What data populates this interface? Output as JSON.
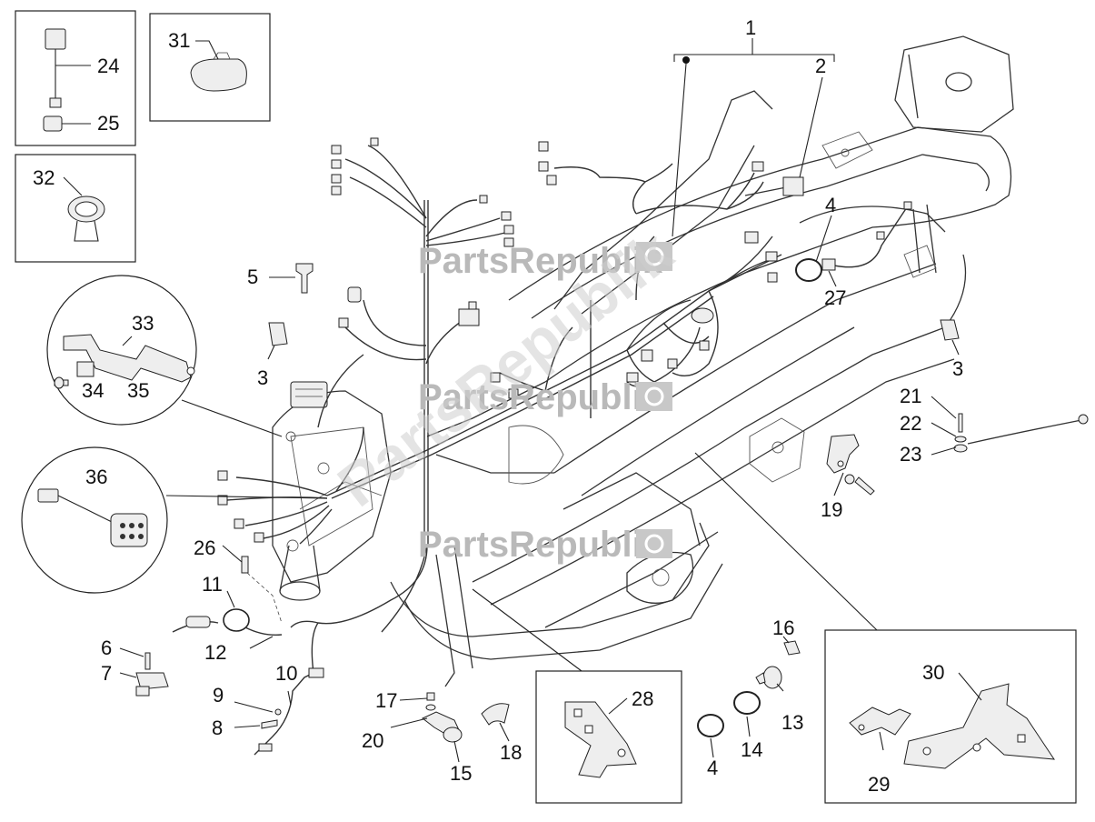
{
  "watermark": "PartsRepublik",
  "callouts": {
    "c1": "1",
    "c2": "2",
    "c3a": "3",
    "c3b": "3",
    "c4a": "4",
    "c4b": "4",
    "c5": "5",
    "c6": "6",
    "c7": "7",
    "c8": "8",
    "c9": "9",
    "c10": "10",
    "c11": "11",
    "c12": "12",
    "c13": "13",
    "c14": "14",
    "c15": "15",
    "c16": "16",
    "c17": "17",
    "c18": "18",
    "c19": "19",
    "c20": "20",
    "c21": "21",
    "c22": "22",
    "c23": "23",
    "c24": "24",
    "c25": "25",
    "c26": "26",
    "c27": "27",
    "c28": "28",
    "c29": "29",
    "c30": "30",
    "c31": "31",
    "c32": "32",
    "c33": "33",
    "c34": "34",
    "c35": "35",
    "c36": "36"
  }
}
